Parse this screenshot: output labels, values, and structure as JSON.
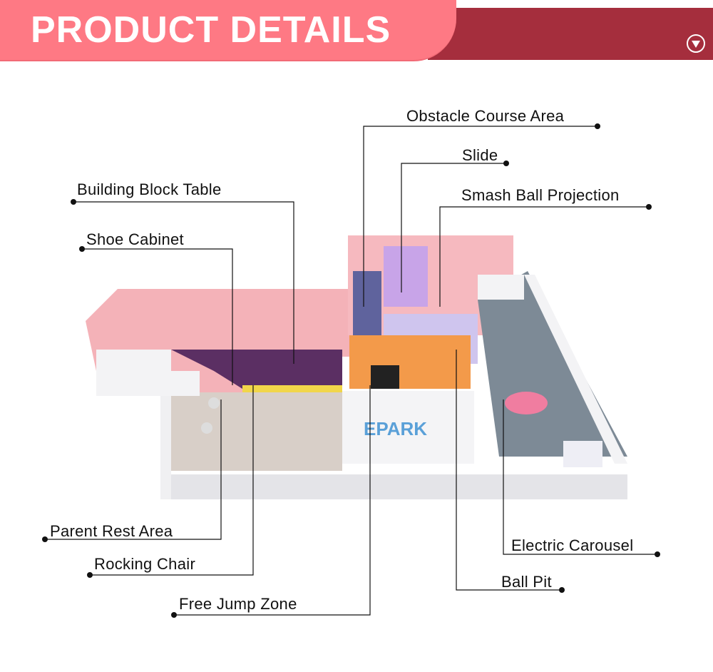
{
  "header": {
    "title": "PRODUCT DETAILS",
    "icon": "chevron-down-circle-icon"
  },
  "labels": {
    "obstacle": "Obstacle Course Area",
    "slide": "Slide",
    "smash": "Smash Ball Projection",
    "block_table": "Building Block Table",
    "shoe": "Shoe Cabinet",
    "parent": "Parent Rest Area",
    "rocking": "Rocking Chair",
    "jump": "Free Jump Zone",
    "carousel": "Electric Carousel",
    "ballpit": "Ball Pit"
  },
  "colors": {
    "header_pink": "#fe7984",
    "header_red": "#a52e3d"
  }
}
